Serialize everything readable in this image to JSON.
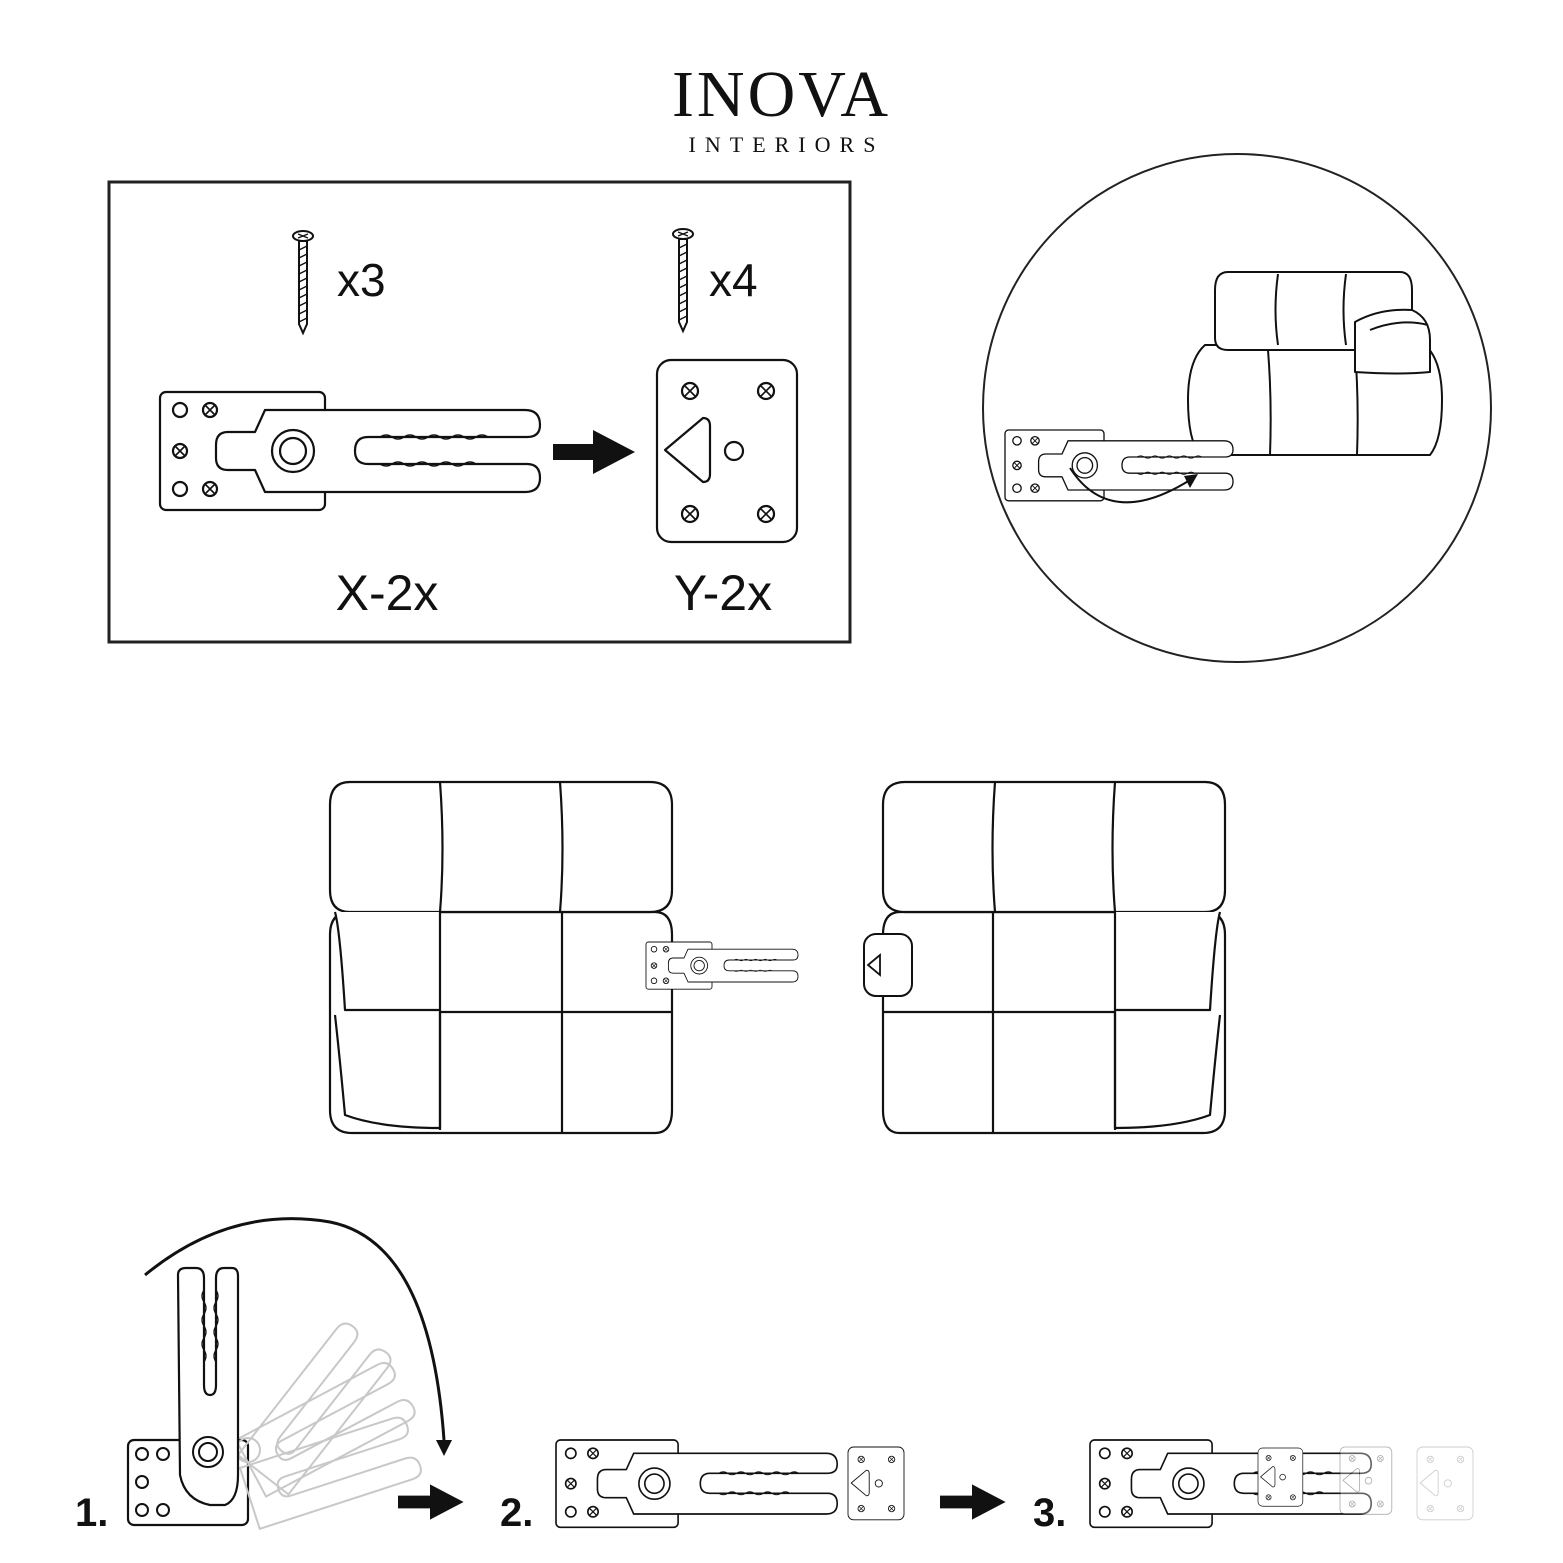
{
  "brand": {
    "name": "INOVA",
    "sub": "INTERIORS"
  },
  "parts": {
    "screw_x_qty": "x3",
    "screw_y_qty": "x4",
    "part_x_label": "X-2x",
    "part_y_label": "Y-2x"
  },
  "steps": [
    "1.",
    "2.",
    "3."
  ],
  "icons": [
    "screw-icon",
    "arrow-right-icon",
    "bracket-x-icon",
    "bracket-y-icon",
    "sofa-module-icon",
    "rotate-arrow-icon"
  ],
  "colors": {
    "line": "#111111",
    "faded": "#bfbfbf"
  }
}
